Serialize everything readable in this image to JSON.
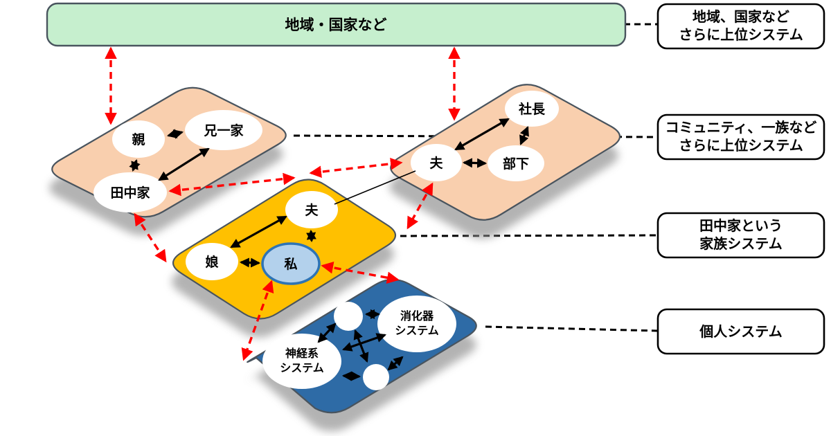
{
  "top_box": {
    "label": "地域・国家など"
  },
  "side_labels": {
    "regional": {
      "line1": "地域、国家など",
      "line2": "さらに上位システム"
    },
    "community": {
      "line1": "コミュニティ、一族など",
      "line2": "さらに上位システム"
    },
    "family": {
      "line1": "田中家という",
      "line2": "家族システム"
    },
    "individual": {
      "line1": "個人システム"
    }
  },
  "left_community": {
    "parent": "親",
    "brother_family": "兄一家",
    "tanaka_family": "田中家"
  },
  "right_community": {
    "president": "社長",
    "husband": "夫",
    "subordinate": "部下"
  },
  "family_system": {
    "husband": "夫",
    "daughter": "娘",
    "me": "私"
  },
  "individual_system": {
    "nervous_line1": "神経系",
    "nervous_line2": "システム",
    "digestive_line1": "消化器",
    "digestive_line2": "システム"
  },
  "colors": {
    "top_box_fill": "#C6EFCE",
    "community_fill": "#F9CFAE",
    "family_fill": "#FFC000",
    "individual_fill": "#2E6BA6",
    "me_fill": "#B3D1EC",
    "me_stroke": "#2E74B5",
    "arrow_red": "#FF0000",
    "arrow_black": "#000000",
    "shape_border": "#49545E"
  }
}
